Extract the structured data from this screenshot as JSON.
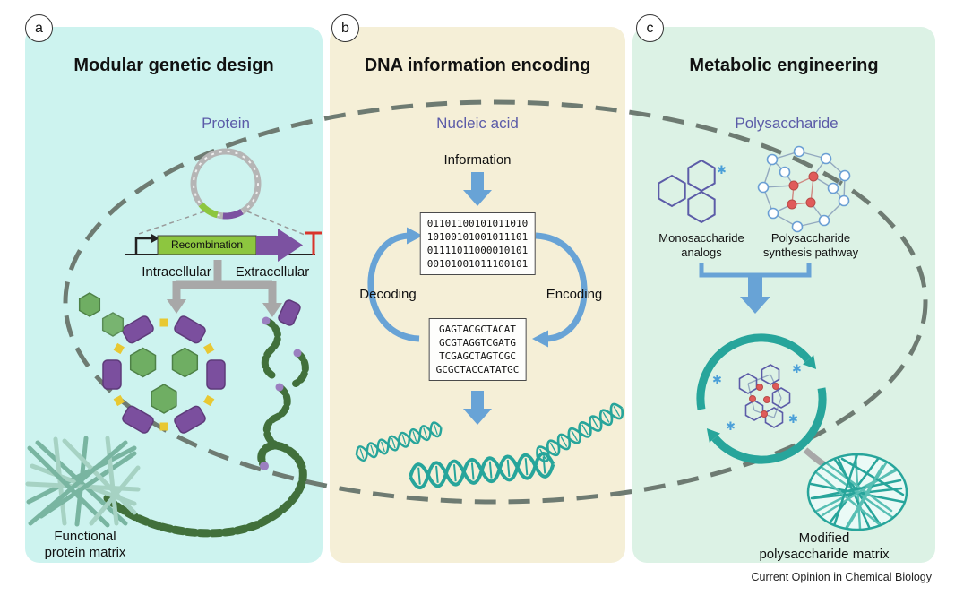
{
  "figure": {
    "credit": "Current Opinion in Chemical Biology"
  },
  "icons": {
    "asterisk": "✱"
  },
  "panels": {
    "a": {
      "badge": "a",
      "title": "Modular genetic design",
      "subtitle": "Protein",
      "cassette": {
        "recombination": "Recombination"
      },
      "intracellular": "Intracellular",
      "extracellular": "Extracellular",
      "matrix_caption": [
        "Functional",
        "protein matrix"
      ]
    },
    "b": {
      "badge": "b",
      "title": "DNA information encoding",
      "subtitle": "Nucleic acid",
      "information": "Information",
      "binary_lines": [
        "01101100101011010",
        "10100101001011101",
        "01111011000010101",
        "00101001011100101"
      ],
      "decoding": "Decoding",
      "encoding": "Encoding",
      "sequence_lines": [
        "GAGTACGCTACAT",
        "GCGTAGGTCGATG",
        "TCGAGCTAGTCGC",
        "GCGCTACCATATGC"
      ]
    },
    "c": {
      "badge": "c",
      "title": "Metabolic engineering",
      "subtitle": "Polysaccharide",
      "monosaccharide_caption": [
        "Monosaccharide",
        "analogs"
      ],
      "pathway_caption": [
        "Polysaccharide",
        "synthesis pathway"
      ],
      "matrix_caption": [
        "Modified",
        "polysaccharide matrix"
      ]
    }
  },
  "colors": {
    "panel_a_bg": "#cdf3ef",
    "panel_b_bg": "#f5efd7",
    "panel_c_bg": "#dcf2e5",
    "subtitle_text": "#5b5ba8",
    "title_text": "#111111",
    "arrow_blue": "#68a3d6",
    "teal": "#27a59b",
    "gene_green": "#8dc63f",
    "gene_purple": "#7c52a1",
    "terminator_red": "#d9342b",
    "arrow_gray": "#a8a8a8",
    "loop_gray": "#6e7b72",
    "worm_green": "#41703b",
    "cage_purple": "#7b4f9e",
    "cage_green": "#6fae63",
    "connector_yellow": "#e8c832",
    "mesh_green": "#79b5a1",
    "node_red": "#e05a5a",
    "node_blue": "#6a9fd4",
    "hex_outline": "#5c5ca8",
    "asterisk_blue": "#4a9fd8"
  }
}
